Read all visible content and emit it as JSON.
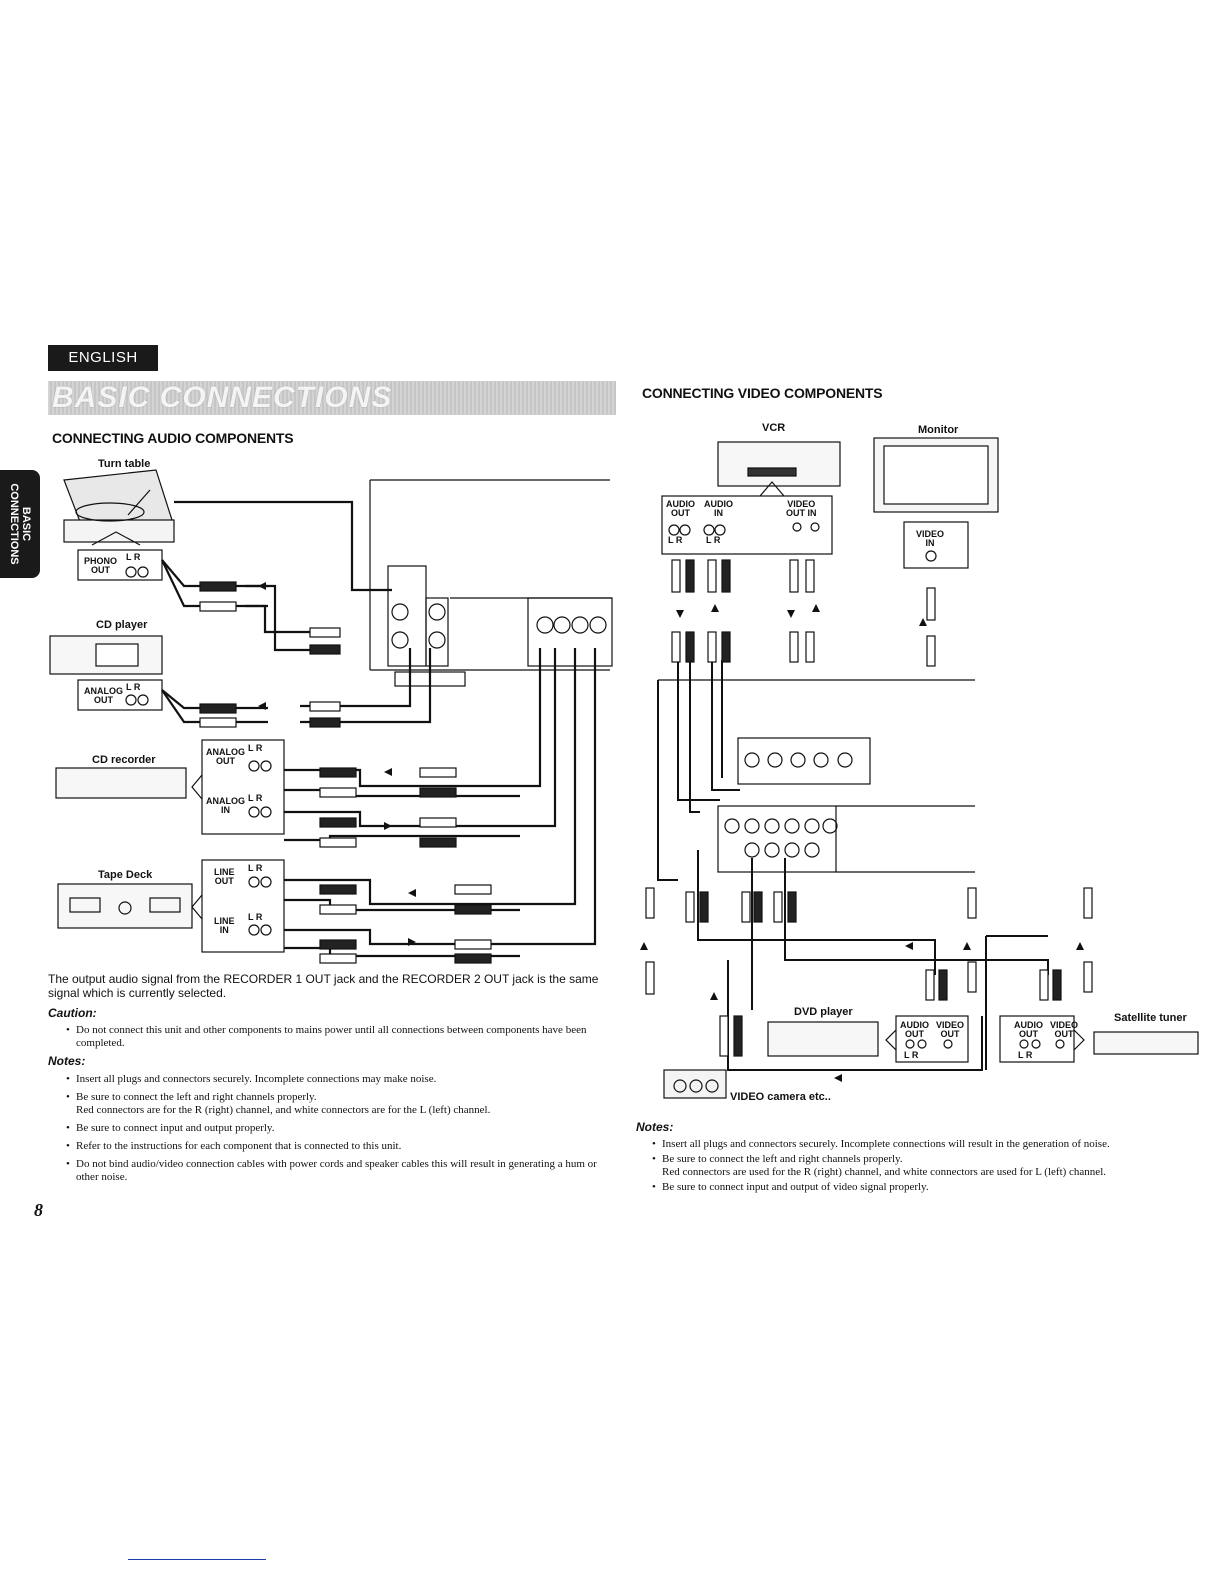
{
  "header": {
    "language_tab": "ENGLISH",
    "page_title": "BASIC CONNECTIONS",
    "side_tab": "BASIC\nCONNECTIONS"
  },
  "audio": {
    "heading": "CONNECTING AUDIO COMPONENTS",
    "devices": {
      "turntable": "Turn table",
      "cd_player": "CD player",
      "cd_recorder": "CD recorder",
      "tape_deck": "Tape Deck"
    },
    "jacks": {
      "phono_out": "PHONO\nOUT",
      "analog_out": "ANALOG\nOUT",
      "analog_in": "ANALOG\nIN",
      "line_out": "LINE\nOUT",
      "line_in": "LINE\nIN",
      "lr": "L  R"
    },
    "paragraph": "The output audio signal from the RECORDER 1 OUT jack and the RECORDER 2 OUT jack is the same signal which is currently selected.",
    "caution_heading": "Caution:",
    "caution_items": [
      "Do not connect this unit and other components to mains power until all connections between components have been completed."
    ],
    "notes_heading": "Notes:",
    "notes_items": [
      "Insert all plugs and connectors securely. Incomplete connections may make noise.",
      "Be sure to connect the left and right channels properly.\nRed connectors are for the R (right) channel, and white connectors are for the L (left) channel.",
      "Be sure to connect input and output properly.",
      "Refer to the instructions for each component that is connected to this unit.",
      "Do not bind audio/video connection cables with power cords and speaker cables this will result in generating a hum or other noise."
    ]
  },
  "video": {
    "heading": "CONNECTING VIDEO COMPONENTS",
    "devices": {
      "vcr": "VCR",
      "monitor": "Monitor",
      "dvd_player": "DVD player",
      "satellite_tuner": "Satellite tuner",
      "video_camera": "VIDEO camera etc.."
    },
    "jacks": {
      "audio_out": "AUDIO\nOUT",
      "audio_in": "AUDIO\nIN",
      "video_out_in": "VIDEO\nOUT IN",
      "video_in": "VIDEO\nIN",
      "video_out": "VIDEO\nOUT",
      "lr": "L  R"
    },
    "notes_heading": "Notes:",
    "notes_items": [
      "Insert all plugs and connectors securely. Incomplete connections will result in the generation of noise.",
      "Be sure to connect the left and right channels properly.\nRed connectors are used for the R (right) channel, and white connectors are used for L (left) channel.",
      "Be sure to connect input and output of video signal properly."
    ]
  },
  "footer": {
    "page_number": "8"
  }
}
